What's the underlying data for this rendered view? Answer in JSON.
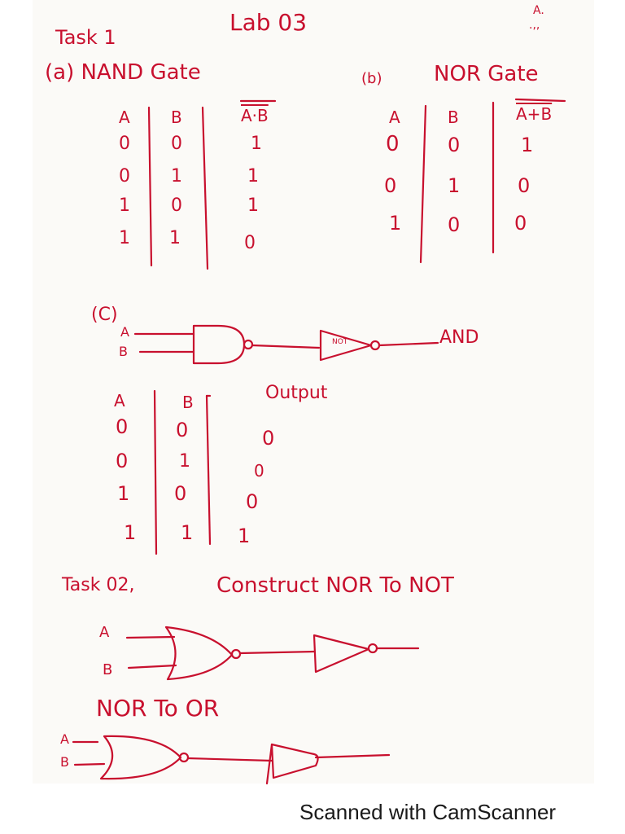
{
  "header": {
    "task_label": "Task 1",
    "lab_title": "Lab 03",
    "corner_mark": "A.",
    "corner_mark_2": ".,,"
  },
  "section_a": {
    "label": "(a) NAND Gate",
    "table": {
      "headers": [
        "A",
        "B",
        "A·B (overlined)"
      ],
      "header_display": [
        "A",
        "B",
        "A·B"
      ],
      "rows": [
        [
          "0",
          "0",
          "1"
        ],
        [
          "0",
          "1",
          "1"
        ],
        [
          "1",
          "0",
          "1"
        ],
        [
          "1",
          "1",
          "0"
        ]
      ]
    }
  },
  "section_b": {
    "label_prefix": "(b)",
    "label": "NOR Gate",
    "table": {
      "headers": [
        "A",
        "B",
        "A+B (overlined)"
      ],
      "header_display": [
        "A",
        "B",
        "A+B"
      ],
      "rows": [
        [
          "0",
          "0",
          "1"
        ],
        [
          "0",
          "1",
          "0"
        ],
        [
          "1",
          "0",
          "0"
        ]
      ]
    }
  },
  "section_c": {
    "label": "(C)",
    "diagram": {
      "input_a": "A",
      "input_b": "B",
      "gate1": "NAND",
      "gate2_label": "NOT",
      "output_label": "AND"
    },
    "table": {
      "headers": [
        "A",
        "B",
        "Output"
      ],
      "rows": [
        [
          "0",
          "0",
          "0"
        ],
        [
          "0",
          "1",
          "0"
        ],
        [
          "1",
          "0",
          "0"
        ],
        [
          "1",
          "1",
          "1"
        ]
      ]
    }
  },
  "task2": {
    "label": "Task 02,",
    "title": "Construct NOR To NOT",
    "diagram1": {
      "input_a": "A",
      "input_b": "B",
      "gate1": "NOR",
      "gate2": "NOT"
    },
    "subtitle": "NOR To OR",
    "diagram2": {
      "input_a": "A",
      "input_b": "B",
      "gate1": "NOR",
      "gate2": "NOT"
    }
  },
  "footer": {
    "watermark": "Scanned with CamScanner"
  },
  "colors": {
    "ink": "#c8102e",
    "paper": "#fbfaf7",
    "watermark_text": "#1a1a1a"
  }
}
